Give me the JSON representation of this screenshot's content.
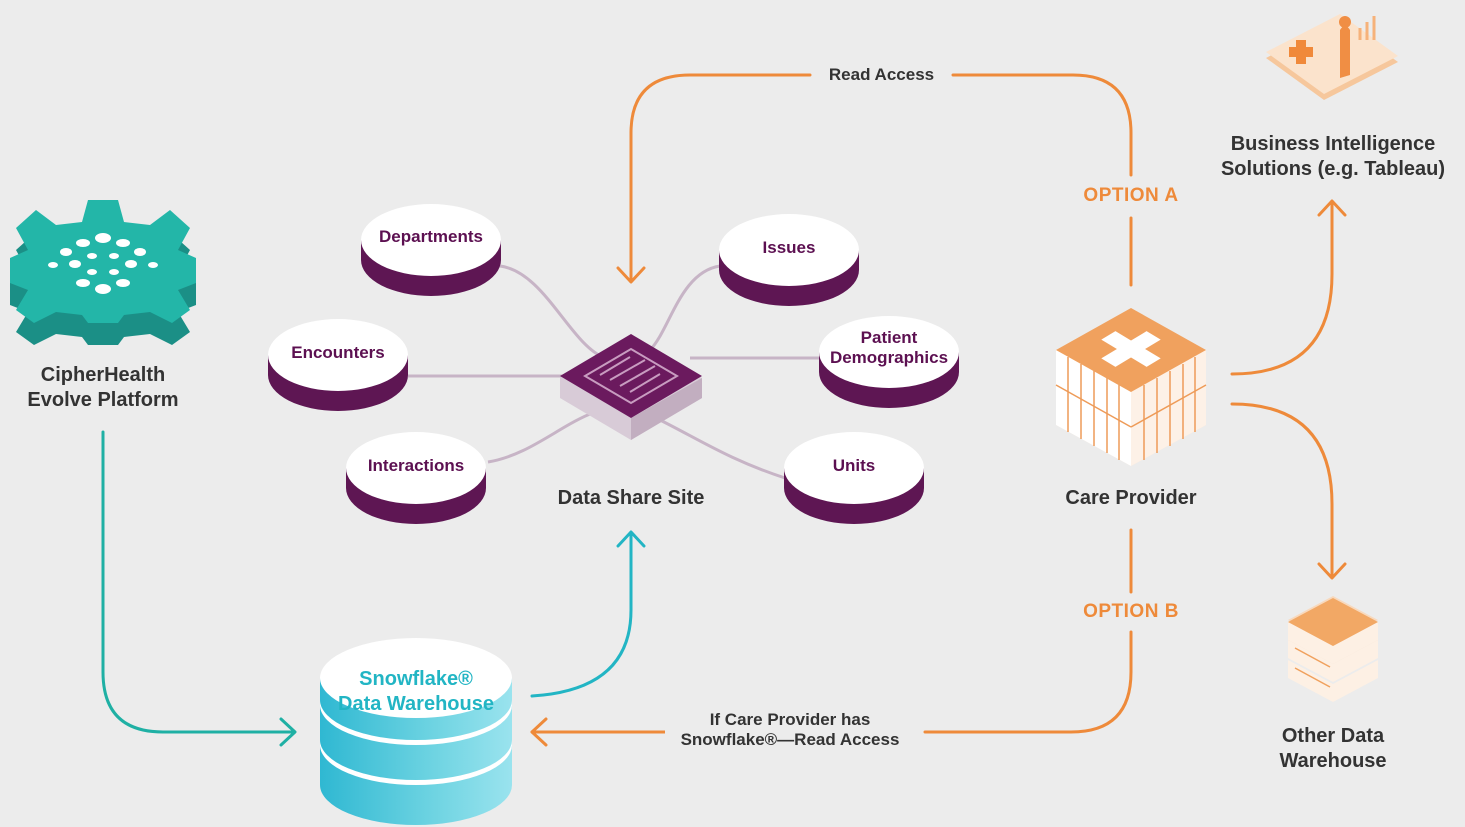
{
  "platform": {
    "label_line1": "CipherHealth",
    "label_line2": "Evolve Platform"
  },
  "data_share": {
    "label": "Data Share Site",
    "nodes": {
      "departments": "Departments",
      "encounters": "Encounters",
      "interactions": "Interactions",
      "issues": "Issues",
      "patient_line1": "Patient",
      "patient_line2": "Demographics",
      "units": "Units"
    }
  },
  "read_access": "Read Access",
  "option_a": "OPTION A",
  "option_b": "OPTION B",
  "care_provider": "Care Provider",
  "bi": {
    "line1": "Business Intelligence",
    "line2": "Solutions (e.g. Tableau)"
  },
  "other_dw": {
    "line1": "Other Data",
    "line2": "Warehouse"
  },
  "snowflake": {
    "line1": "Snowflake®",
    "line2": "Data Warehouse"
  },
  "option_b_note": {
    "line1": "If Care Provider has",
    "line2": "Snowflake®—Read Access"
  },
  "colors": {
    "orange": "#ee8a3a",
    "teal": "#1fb0a4",
    "cyan": "#22b5c4",
    "purple": "#6b1a5e",
    "background": "#ececec"
  }
}
